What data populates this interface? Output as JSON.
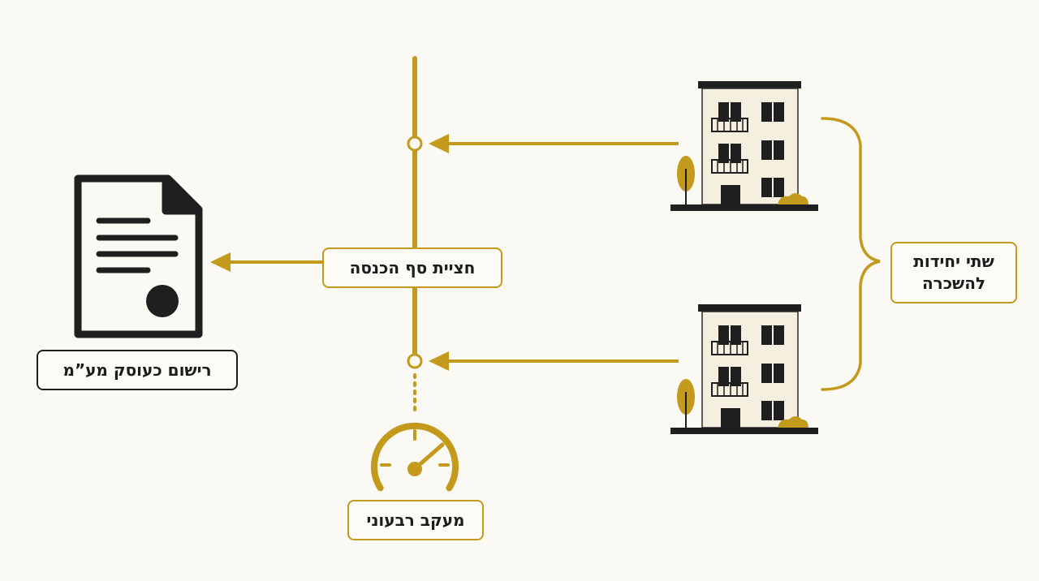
{
  "labels": {
    "threshold": "חציית סף הכנסה",
    "registration": "רישום כעוסק מע”מ",
    "rental_units": "שתי יחידות להשכרה",
    "quarterly_tracking": "מעקב רבעוני"
  },
  "colors": {
    "background": "#fbf9f3",
    "accent": "#c49a1c",
    "ink": "#1f1f1f",
    "building_fill": "#f5efe0"
  },
  "icons": {
    "document": "document-with-seal-icon",
    "building": "apartment-building-icon",
    "gauge": "speedometer-gauge-icon"
  }
}
